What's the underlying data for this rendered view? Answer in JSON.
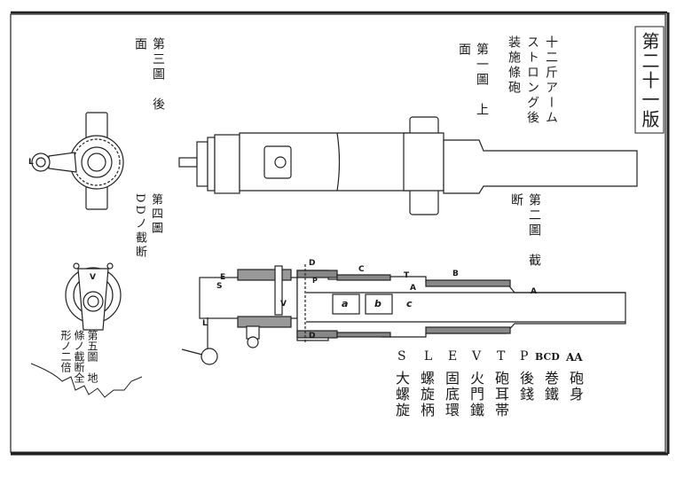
{
  "plate_number": "第二十一版",
  "title": "十二斤アームストロング後装施條砲",
  "figures": {
    "fig1": "第一圖　上面",
    "fig2": "第二圖　截断",
    "fig3": "第三圖　後面",
    "fig4": "第四圖　DDノ截断",
    "fig5": "第五圖　地條ノ截断全形ノ二倍"
  },
  "drawing_labels": {
    "L": "L",
    "V": "V",
    "D": "D",
    "C": "C",
    "B": "B",
    "T": "T",
    "A": "A",
    "E": "E",
    "S": "S",
    "P": "P",
    "a": "a",
    "b": "b",
    "c": "c"
  },
  "legend": [
    {
      "key": "S",
      "meaning": "大螺旋"
    },
    {
      "key": "L",
      "meaning": "螺旋柄"
    },
    {
      "key": "E",
      "meaning": "固底環"
    },
    {
      "key": "V",
      "meaning": "火門鐵"
    },
    {
      "key": "T",
      "meaning": "砲耳帯"
    },
    {
      "key": "P",
      "meaning": "後錢"
    },
    {
      "key": "BCD",
      "meaning": "巻鐵"
    },
    {
      "key": "AA",
      "meaning": "砲身"
    }
  ]
}
